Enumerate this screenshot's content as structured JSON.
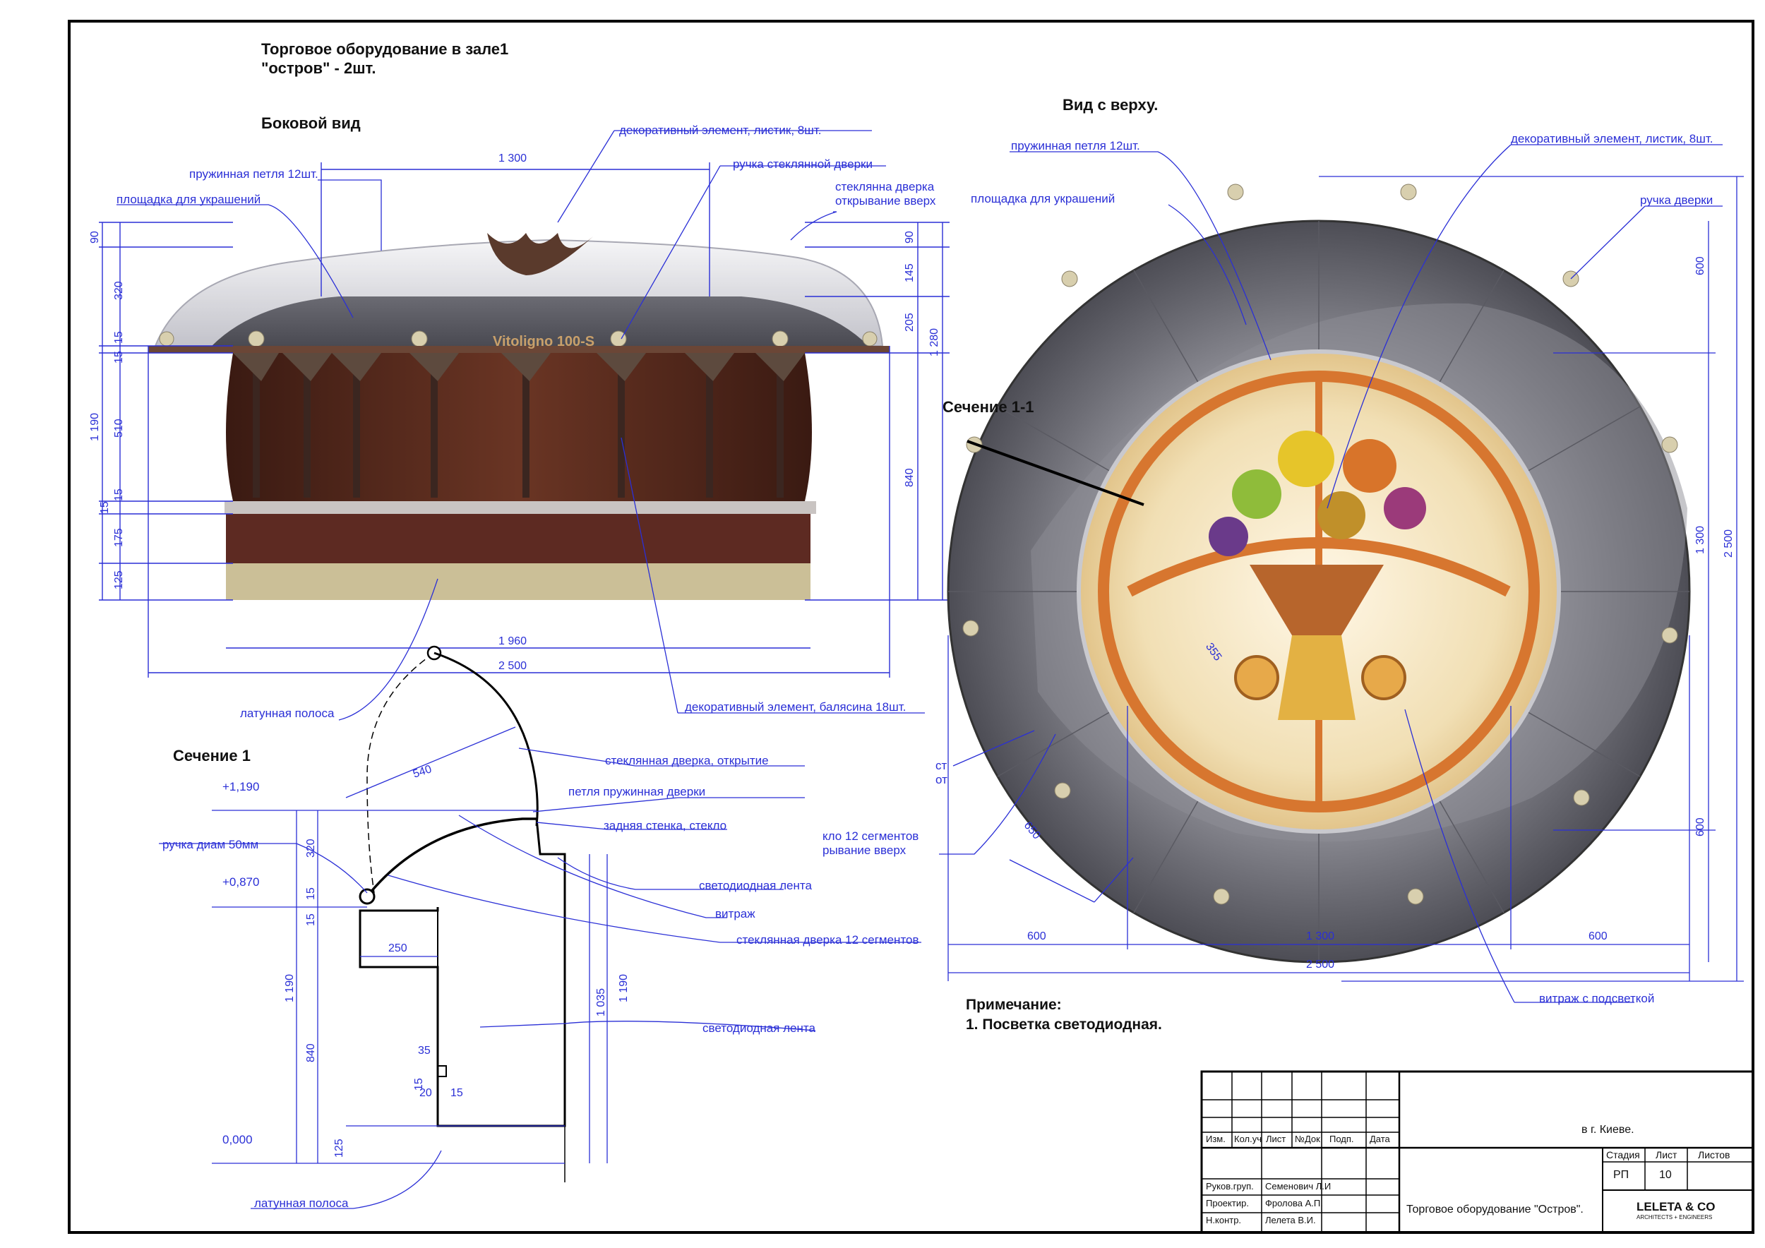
{
  "header": {
    "title_line1": "Торговое оборудование в зале1",
    "title_line2": "\"остров\" - 2шт.",
    "side_view": "Боковой вид",
    "top_view": "Вид с верху.",
    "section1": "Сечение 1",
    "section11": "Сечение 1-1"
  },
  "side": {
    "brand": "Vitoligno 100-S",
    "labels": {
      "leaf": "декоративный элемент, листик, 8шт.",
      "hinge": "пружинная петля 12шт.",
      "handle": "ручка стеклянной дверки",
      "pad": "площадка для украшений",
      "door_l1": "стеклянна дверка",
      "door_l2": "открывание вверх",
      "brass": "латунная полоса",
      "baluster": "декоративный элемент, балясина 18шт."
    },
    "dims": {
      "w1300": "1 300",
      "w1960": "1 960",
      "w2500": "2 500",
      "l90": "90",
      "l320": "320",
      "l15a": "15",
      "l15b": "15",
      "l1190": "1 190",
      "l510": "510",
      "l15c": "15",
      "l15d": "15",
      "l175": "175",
      "l125": "125",
      "r90": "90",
      "r145": "145",
      "r205": "205",
      "r840": "840",
      "r1280": "1 280"
    }
  },
  "section": {
    "labels": {
      "door_open": "стеклянная дверка, открытие",
      "door_hinge": "петля пружинная дверки",
      "back_wall": "задняя стенка, стекло",
      "led1": "светодиодная лента",
      "vitrage": "витраж",
      "segments": "стеклянная дверка 12 сегментов",
      "handle50": "ручка диам 50мм",
      "led2": "светодиодная лента",
      "brass2": "латунная полоса"
    },
    "levels": {
      "l1190": "+1,190",
      "l870": "+0,870",
      "l0": "0,000"
    },
    "dims": {
      "d540": "540",
      "d320": "320",
      "d15a": "15",
      "d15b": "15",
      "d250": "250",
      "d1190": "1 190",
      "d840": "840",
      "d35": "35",
      "d15c": "15",
      "d20": "20",
      "d15d": "15",
      "d125": "125",
      "d1035": "1 035",
      "d1190r": "1 190"
    }
  },
  "top": {
    "labels": {
      "hinge": "пружинная петля 12шт.",
      "leaf": "декоративный элемент, листик, 8шт.",
      "pad": "площадка для украшений",
      "handle": "ручка дверки",
      "seg_l1": "кло 12 сегментов",
      "seg_l2": "рывание вверх",
      "st1": "ст",
      "st2": "от",
      "vitrage": "витраж с подсветкой"
    },
    "dims": {
      "v600a": "600",
      "v1300": "1 300",
      "v600b": "600",
      "v2500": "2 500",
      "h600a": "600",
      "h1300": "1 300",
      "h600b": "600",
      "h2500": "2 500",
      "d650": "650",
      "d355": "355"
    }
  },
  "note": {
    "title": "Примечание:",
    "item1": "1. Посветка светодиодная."
  },
  "stamp": {
    "city": "в г. Киеве.",
    "cols": [
      "Изм.",
      "Кол.уч",
      "Лист",
      "№Док",
      "Подп.",
      "Дата"
    ],
    "roles": [
      "Руков.груп.",
      "Проектир.",
      "Н.контр."
    ],
    "names": [
      "Семенович Л.И",
      "Фролова А.П.",
      "Лелета В.И."
    ],
    "stage_hdr": "Стадия",
    "sheet_hdr": "Лист",
    "sheets_hdr": "Листов",
    "stage": "РП",
    "sheet": "10",
    "doc_title": "Торговое оборудование \"Остров\".",
    "company": "LELETA & CO",
    "company_sub": "ARCHITECTS + ENGINEERS"
  }
}
